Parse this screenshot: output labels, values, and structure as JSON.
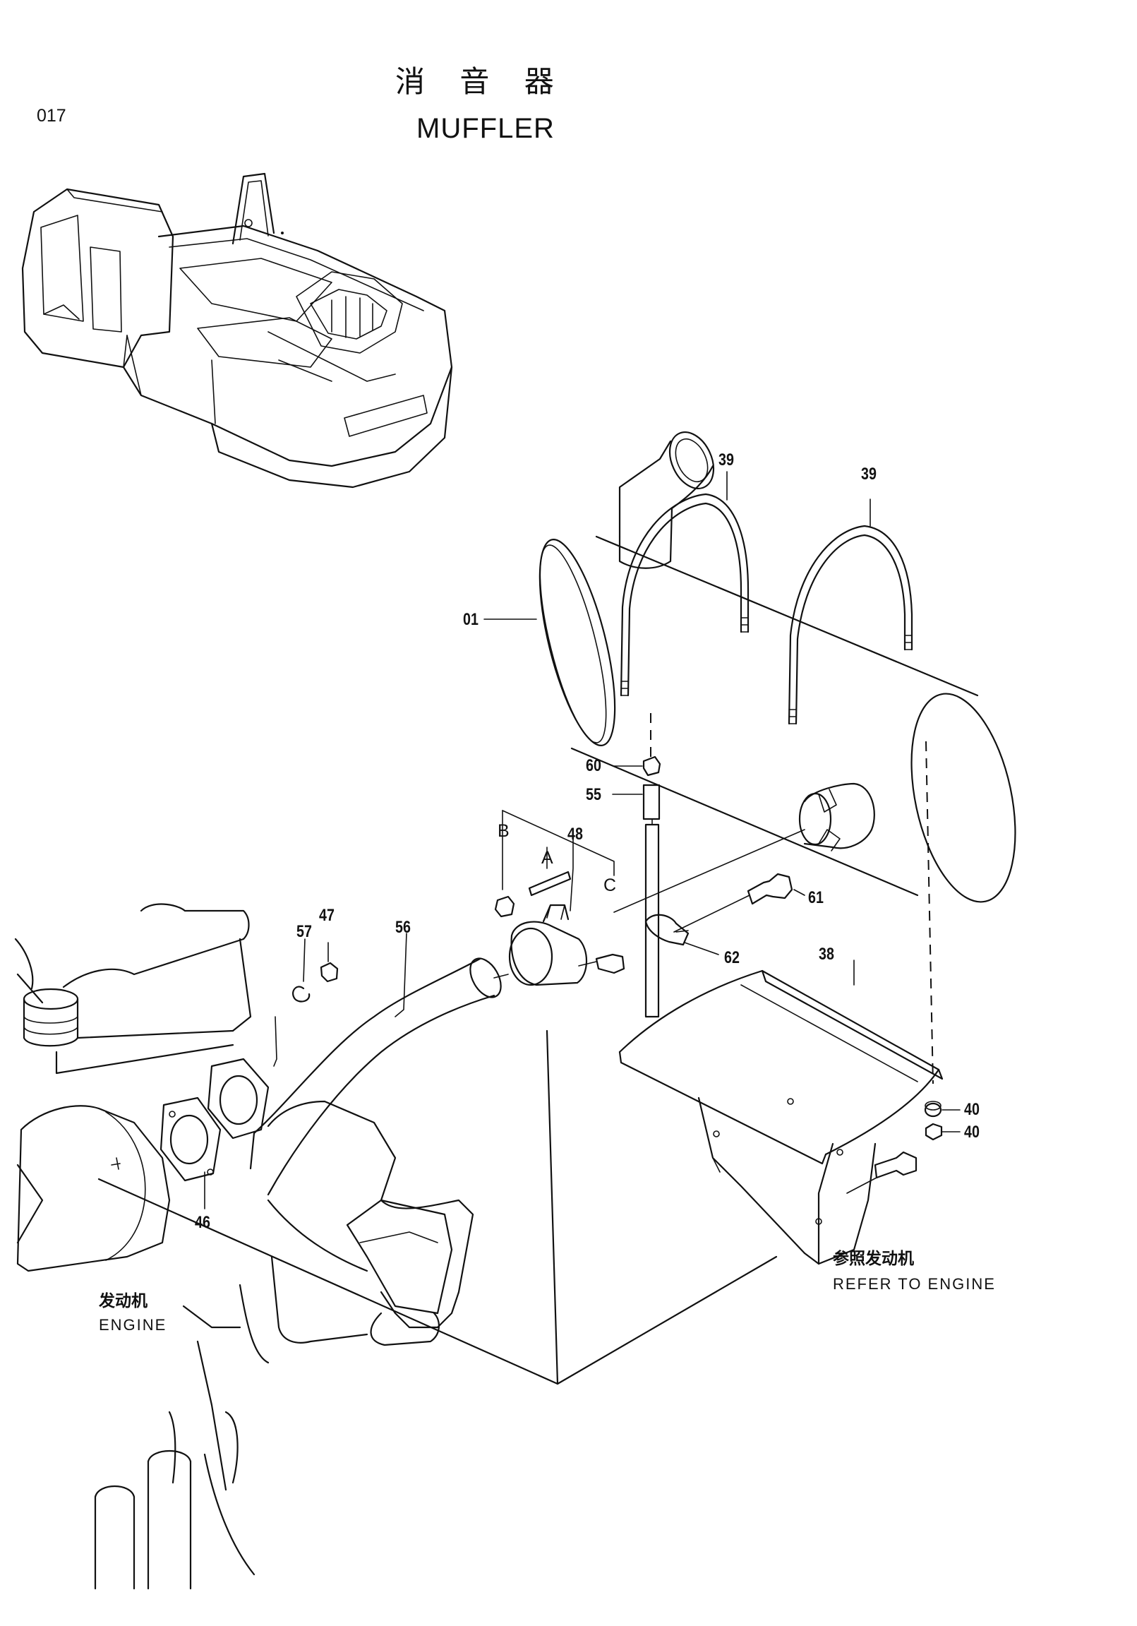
{
  "page_number": "017",
  "title": {
    "chinese": "消 音 器",
    "english": "MUFFLER"
  },
  "callouts": {
    "muffler": "01",
    "u_bolt_left": "39",
    "u_bolt_right": "39",
    "bracket": "38",
    "nut_upper": "40",
    "nut_lower": "40",
    "part_60": "60",
    "part_55": "55",
    "clamp": "48",
    "part_61": "61",
    "part_62": "62",
    "pipe": "56",
    "nut_47": "47",
    "washer_57": "57",
    "gasket": "46",
    "ref_a": "A",
    "ref_b": "B",
    "ref_c": "C"
  },
  "notes": {
    "engine_cn": "发动机",
    "engine_en": "ENGINE",
    "refer_cn": "参照发动机",
    "refer_en": "REFER TO ENGINE"
  }
}
